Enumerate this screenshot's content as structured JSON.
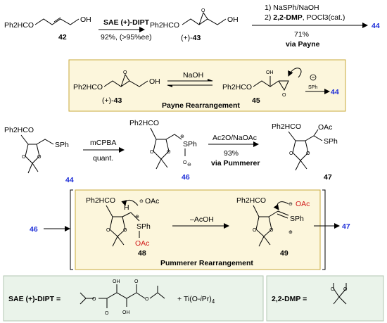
{
  "colors": {
    "compound_ref_blue": "#1f2fd8",
    "highlight_red": "#d11a1a",
    "box_fill_yellow": "#fcf6dc",
    "box_border_yellow": "#c9a93a",
    "box_fill_green": "#eaf3ea",
    "box_border_green": "#b3c7b3"
  },
  "row1": {
    "sm_group": "Ph2HCO",
    "sm_oh": "OH",
    "sm_label": "42",
    "step1_reagent": "SAE (+)-DIPT",
    "step1_yield": "92%, (>95%ee)",
    "ep_group": "Ph2HCO",
    "ep_oh": "OH",
    "ep_label_prefix": "(+)-",
    "ep_label": "43",
    "step2_line1": "1) NaSPh/NaOH",
    "step2_line2_prefix": "2) ",
    "step2_line2_bold": "2,2-DMP",
    "step2_line2_suffix": ", POCl3(cat.)",
    "step2_yield": "71%",
    "step2_via": "via Payne",
    "product_ref": "44"
  },
  "payne_box": {
    "ep_group": "Ph2HCO",
    "ep_oh": "OH",
    "ep_label_prefix": "(+)-",
    "ep_label": "43",
    "reagent": "NaOH",
    "int_group": "Ph2HCO",
    "int_oh": "OH",
    "int_label": "45",
    "nucleophile": "SPh",
    "product_ref": "44",
    "title": "Payne Rearrangement"
  },
  "row3": {
    "s1_group": "Ph2HCO",
    "s1_sph": "SPh",
    "s1_label": "44",
    "r1_reagent": "mCPBA",
    "r1_yield": "quant.",
    "s2_group": "Ph2HCO",
    "s2_sph": "SPh",
    "s2_label": "46",
    "r2_reagent": "Ac2O/NaOAc",
    "r2_yield": "93%",
    "r2_via": "via Pummerer",
    "s3_group": "Ph2HCO",
    "s3_oac": "OAc",
    "s3_sph": "SPh",
    "s3_label": "47"
  },
  "pummerer_box": {
    "start_ref": "46",
    "i1_group": "Ph2HCO",
    "i1_oac_anion": "OAc",
    "i1_sph": "SPh",
    "i1_oac": "OAc",
    "i1_label": "48",
    "reagent": "–AcOH",
    "i2_group": "Ph2HCO",
    "i2_oac_anion": "OAc",
    "i2_sph": "SPh",
    "i2_label": "49",
    "product_ref": "47",
    "title": "Pummerer Rearrangement"
  },
  "legend": {
    "sae_term": "SAE (+)-DIPT =",
    "sae_plus": "+ Ti(O-",
    "sae_ipr": "i",
    "sae_pr_close": "Pr)",
    "sae_subscript": "4",
    "dmp_term": "2,2-DMP ="
  }
}
